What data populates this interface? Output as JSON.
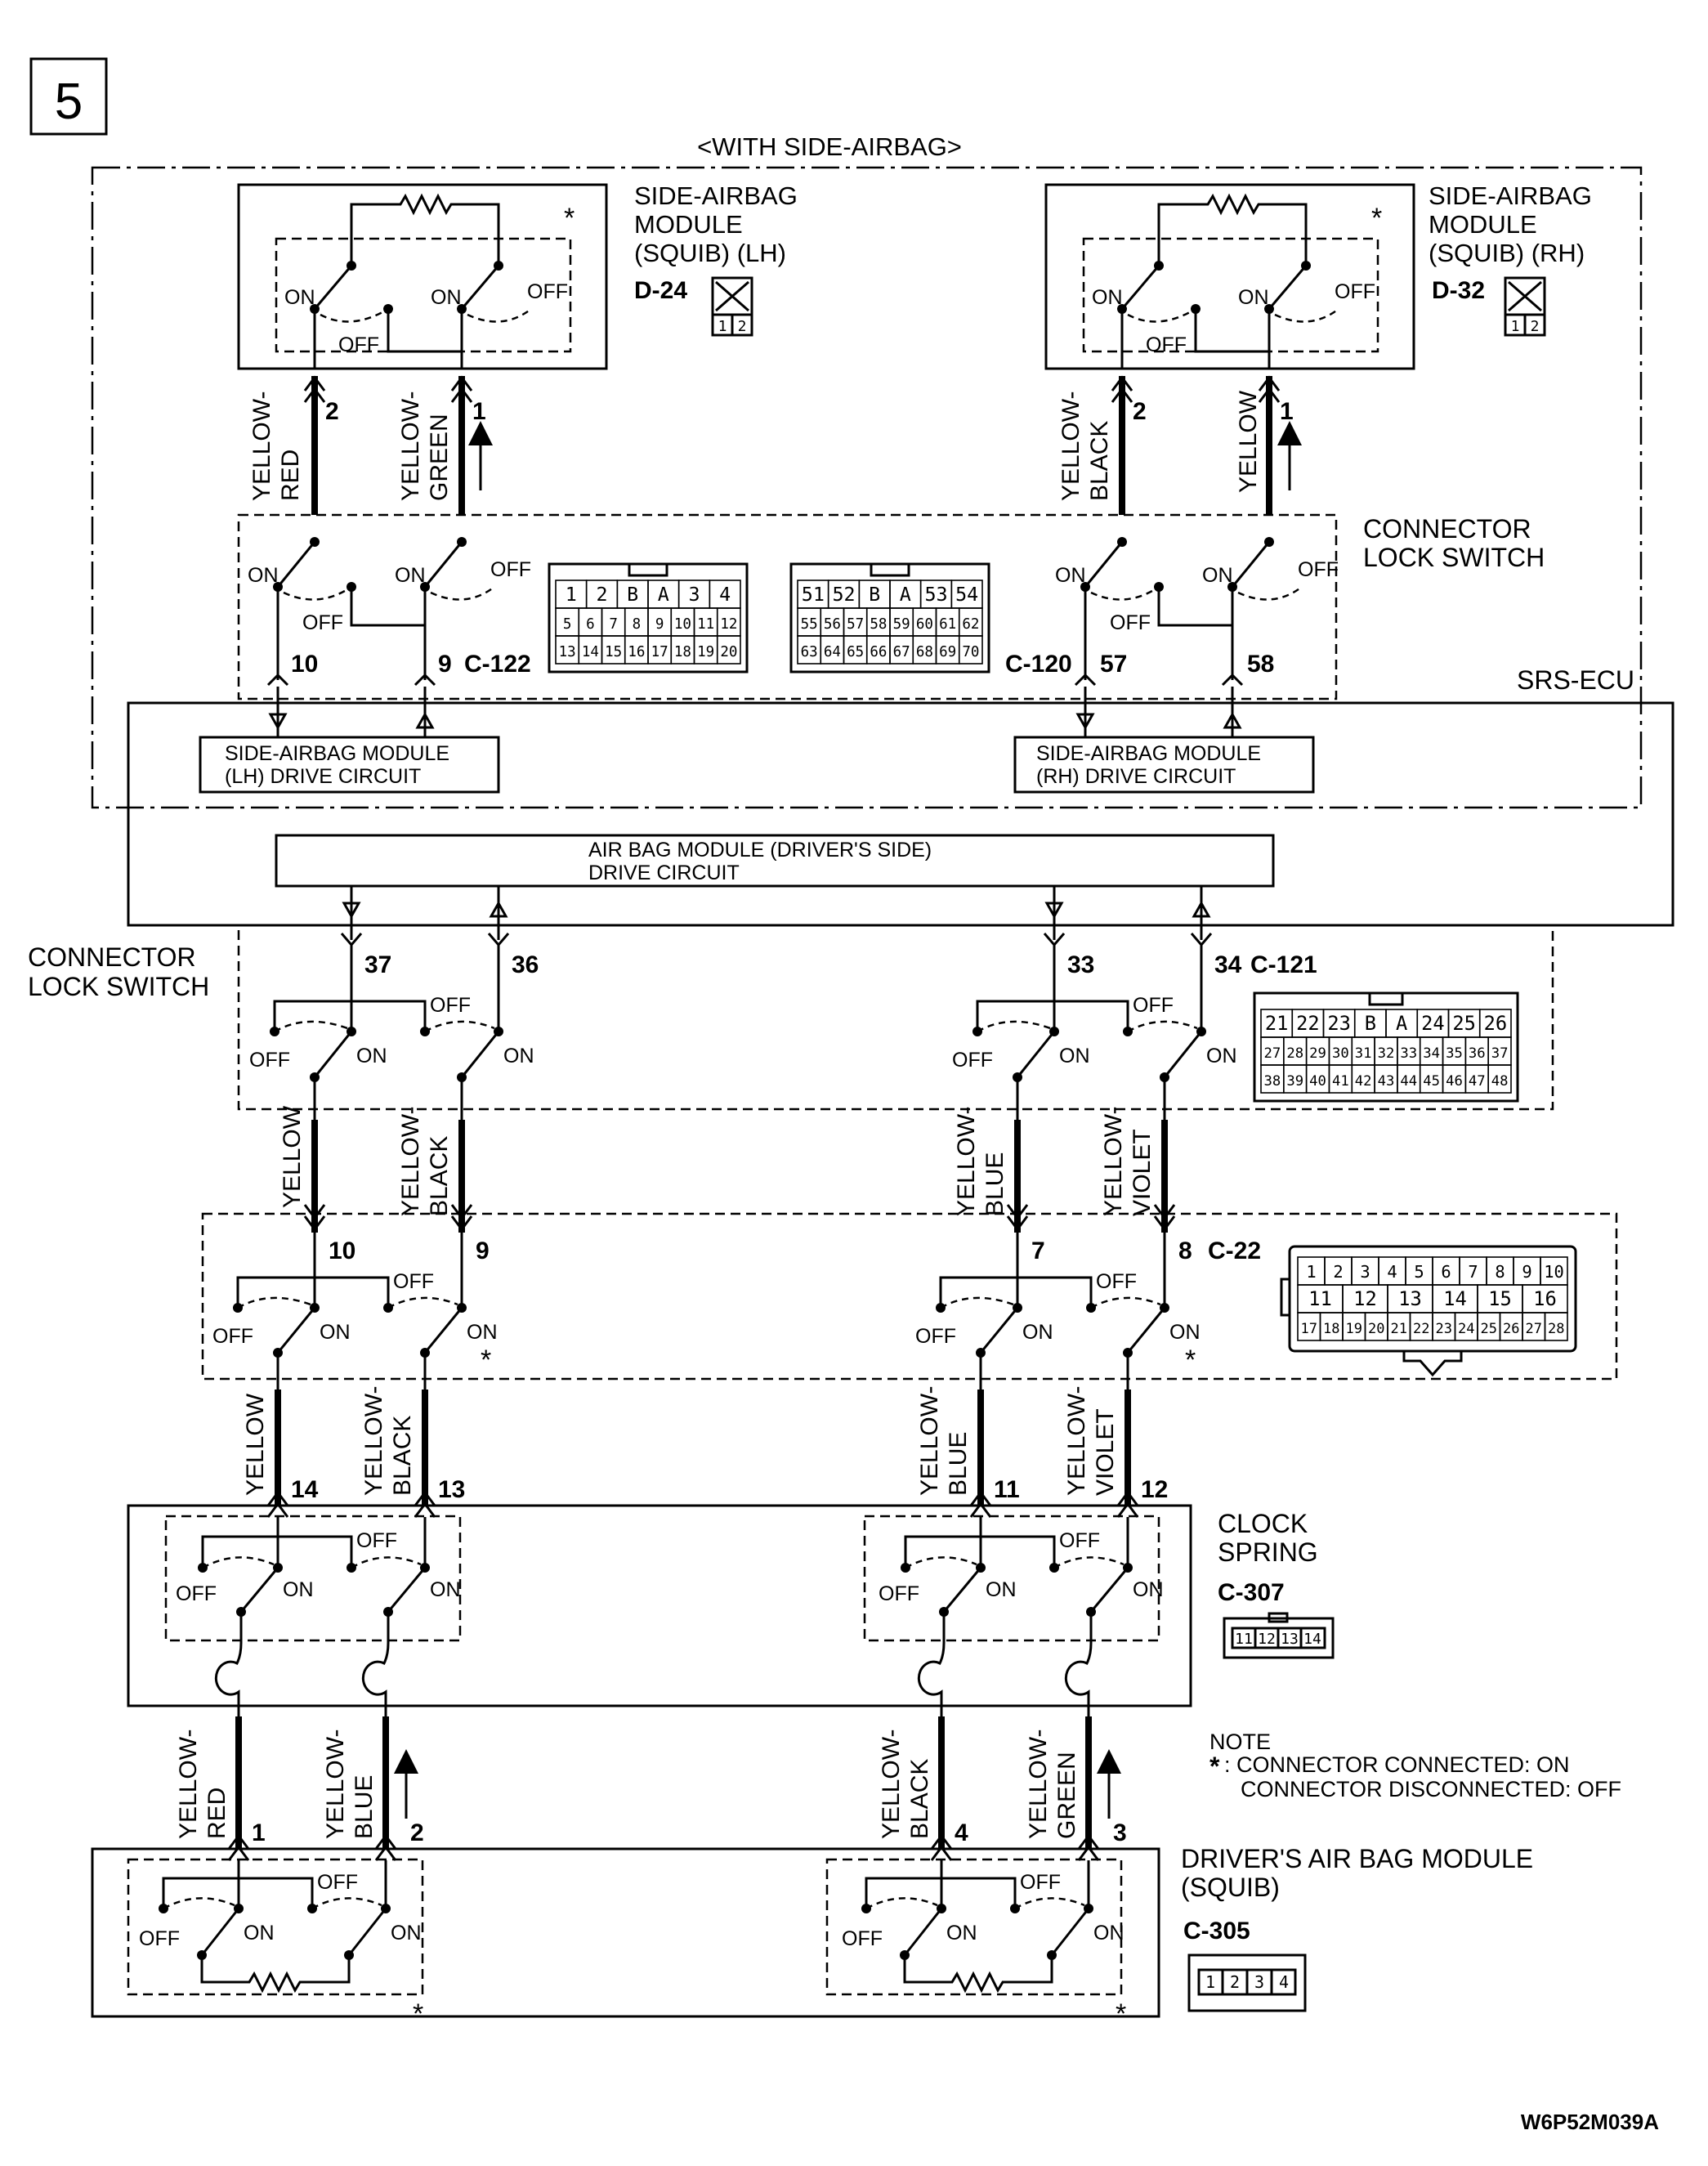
{
  "page_number": "5",
  "banner": "<WITH SIDE-AIRBAG>",
  "figure_id": "W6P52M039A",
  "switch_labels": {
    "on": "ON",
    "off": "OFF"
  },
  "side_lh": {
    "title_1": "SIDE-AIRBAG",
    "title_2": "MODULE",
    "title_3": "(SQUIB) (LH)",
    "connector": "D-24",
    "pins": [
      "1",
      "2"
    ]
  },
  "side_rh": {
    "title_1": "SIDE-AIRBAG",
    "title_2": "MODULE",
    "title_3": "(SQUIB) (RH)",
    "connector": "D-32",
    "pins": [
      "1",
      "2"
    ]
  },
  "wires_top": {
    "lh_a": {
      "line1": "YELLOW-",
      "line2": "RED",
      "pin": "2"
    },
    "lh_b": {
      "line1": "YELLOW-",
      "line2": "GREEN",
      "pin": "1"
    },
    "rh_a": {
      "line1": "YELLOW-",
      "line2": "BLACK",
      "pin": "2"
    },
    "rh_b": {
      "line1": "YELLOW",
      "pin": "1"
    }
  },
  "lock_switch_top": {
    "line1": "CONNECTOR",
    "line2": "LOCK SWITCH"
  },
  "ecu_pins_top": {
    "p10": "10",
    "p9": "9",
    "c122": "C-122",
    "c120": "C-120",
    "p57": "57",
    "p58": "58"
  },
  "c122_grid": [
    [
      "1",
      "2",
      "B",
      "A",
      "3",
      "4"
    ],
    [
      "5",
      "6",
      "7",
      "8",
      "9",
      "10",
      "11",
      "12"
    ],
    [
      "13",
      "14",
      "15",
      "16",
      "17",
      "18",
      "19",
      "20"
    ]
  ],
  "c120_grid": [
    [
      "51",
      "52",
      "B",
      "A",
      "53",
      "54"
    ],
    [
      "55",
      "56",
      "57",
      "58",
      "59",
      "60",
      "61",
      "62"
    ],
    [
      "63",
      "64",
      "65",
      "66",
      "67",
      "68",
      "69",
      "70"
    ]
  ],
  "srs_ecu": "SRS-ECU",
  "circuits": {
    "lh_1": "SIDE-AIRBAG MODULE",
    "lh_2": "(LH) DRIVE CIRCUIT",
    "rh_1": "SIDE-AIRBAG MODULE",
    "rh_2": "(RH) DRIVE CIRCUIT",
    "drv_1": "AIR BAG MODULE (DRIVER'S SIDE)",
    "drv_2": "DRIVE CIRCUIT"
  },
  "lock_switch_mid": {
    "line1": "CONNECTOR",
    "line2": "LOCK SWITCH"
  },
  "ecu_pins_mid": {
    "p37": "37",
    "p36": "36",
    "p33": "33",
    "p34": "34",
    "c121": "C-121"
  },
  "c121_grid": [
    [
      "21",
      "22",
      "23",
      "B",
      "A",
      "24",
      "25",
      "26"
    ],
    [
      "27",
      "28",
      "29",
      "30",
      "31",
      "32",
      "33",
      "34",
      "35",
      "36",
      "37"
    ],
    [
      "38",
      "39",
      "40",
      "41",
      "42",
      "43",
      "44",
      "45",
      "46",
      "47",
      "48"
    ]
  ],
  "wires_mid": {
    "a": {
      "line1": "YELLOW"
    },
    "b": {
      "line1": "YELLOW-",
      "line2": "BLACK"
    },
    "c": {
      "line1": "YELLOW-",
      "line2": "BLUE"
    },
    "d": {
      "line1": "YELLOW-",
      "line2": "VIOLET"
    }
  },
  "c22_pins": {
    "p10": "10",
    "p9": "9",
    "p7": "7",
    "p8": "8",
    "name": "C-22"
  },
  "c22_grid": [
    [
      "1",
      "2",
      "3",
      "4",
      "5",
      "6",
      "7",
      "8",
      "9",
      "10"
    ],
    [
      "11",
      "12",
      "13",
      "14",
      "15",
      "16"
    ],
    [
      "17",
      "18",
      "19",
      "20",
      "21",
      "22",
      "23",
      "24",
      "25",
      "26",
      "27",
      "28"
    ]
  ],
  "wires_low": {
    "a": {
      "line1": "YELLOW",
      "pin": "14"
    },
    "b": {
      "line1": "YELLOW-",
      "line2": "BLACK",
      "pin": "13"
    },
    "c": {
      "line1": "YELLOW-",
      "line2": "BLUE",
      "pin": "11"
    },
    "d": {
      "line1": "YELLOW-",
      "line2": "VIOLET",
      "pin": "12"
    }
  },
  "clock_spring": {
    "line1": "CLOCK",
    "line2": "SPRING",
    "connector": "C-307",
    "pins": [
      "11",
      "12",
      "13",
      "14"
    ]
  },
  "wires_bottom": {
    "a": {
      "line1": "YELLOW-",
      "line2": "RED",
      "pin": "1"
    },
    "b": {
      "line1": "YELLOW-",
      "line2": "BLUE",
      "pin": "2"
    },
    "c": {
      "line1": "YELLOW-",
      "line2": "BLACK",
      "pin": "4"
    },
    "d": {
      "line1": "YELLOW-",
      "line2": "GREEN",
      "pin": "3"
    }
  },
  "note": {
    "title": "NOTE",
    "star": "*",
    "line1": ": CONNECTOR CONNECTED: ON",
    "line2": "CONNECTOR DISCONNECTED: OFF"
  },
  "driver_module": {
    "line1": "DRIVER'S AIR BAG MODULE",
    "line2": "(SQUIB)",
    "connector": "C-305",
    "pins": [
      "1",
      "2",
      "3",
      "4"
    ]
  }
}
